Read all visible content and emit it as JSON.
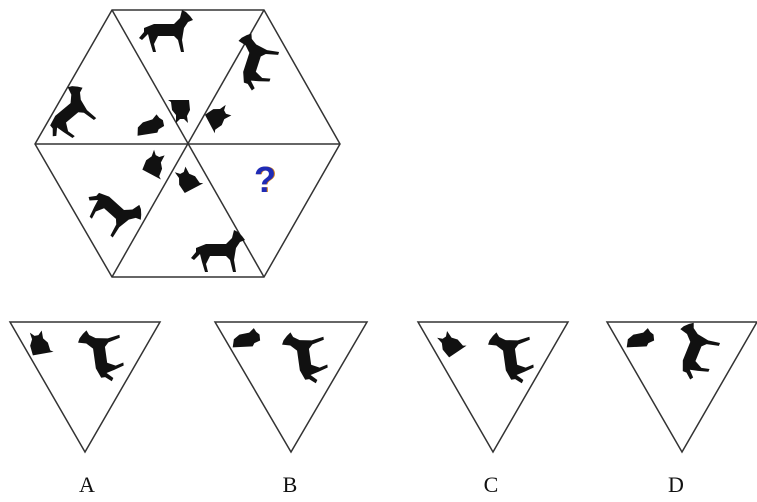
{
  "puzzle": {
    "missing_marker": "?",
    "options": [
      {
        "label": "A",
        "icons": [
          "small-cat-icon",
          "dog-upside-down-icon"
        ]
      },
      {
        "label": "B",
        "icons": [
          "lying-cat-icon",
          "dog-upside-down-icon"
        ]
      },
      {
        "label": "C",
        "icons": [
          "small-cat-icon",
          "dog-upside-down-icon"
        ]
      },
      {
        "label": "D",
        "icons": [
          "lying-cat-icon",
          "dog-rotated-icon"
        ]
      }
    ]
  },
  "colors": {
    "stroke": "#333333",
    "silhouette": "#111111",
    "question_mark": "#1f2bb5"
  }
}
